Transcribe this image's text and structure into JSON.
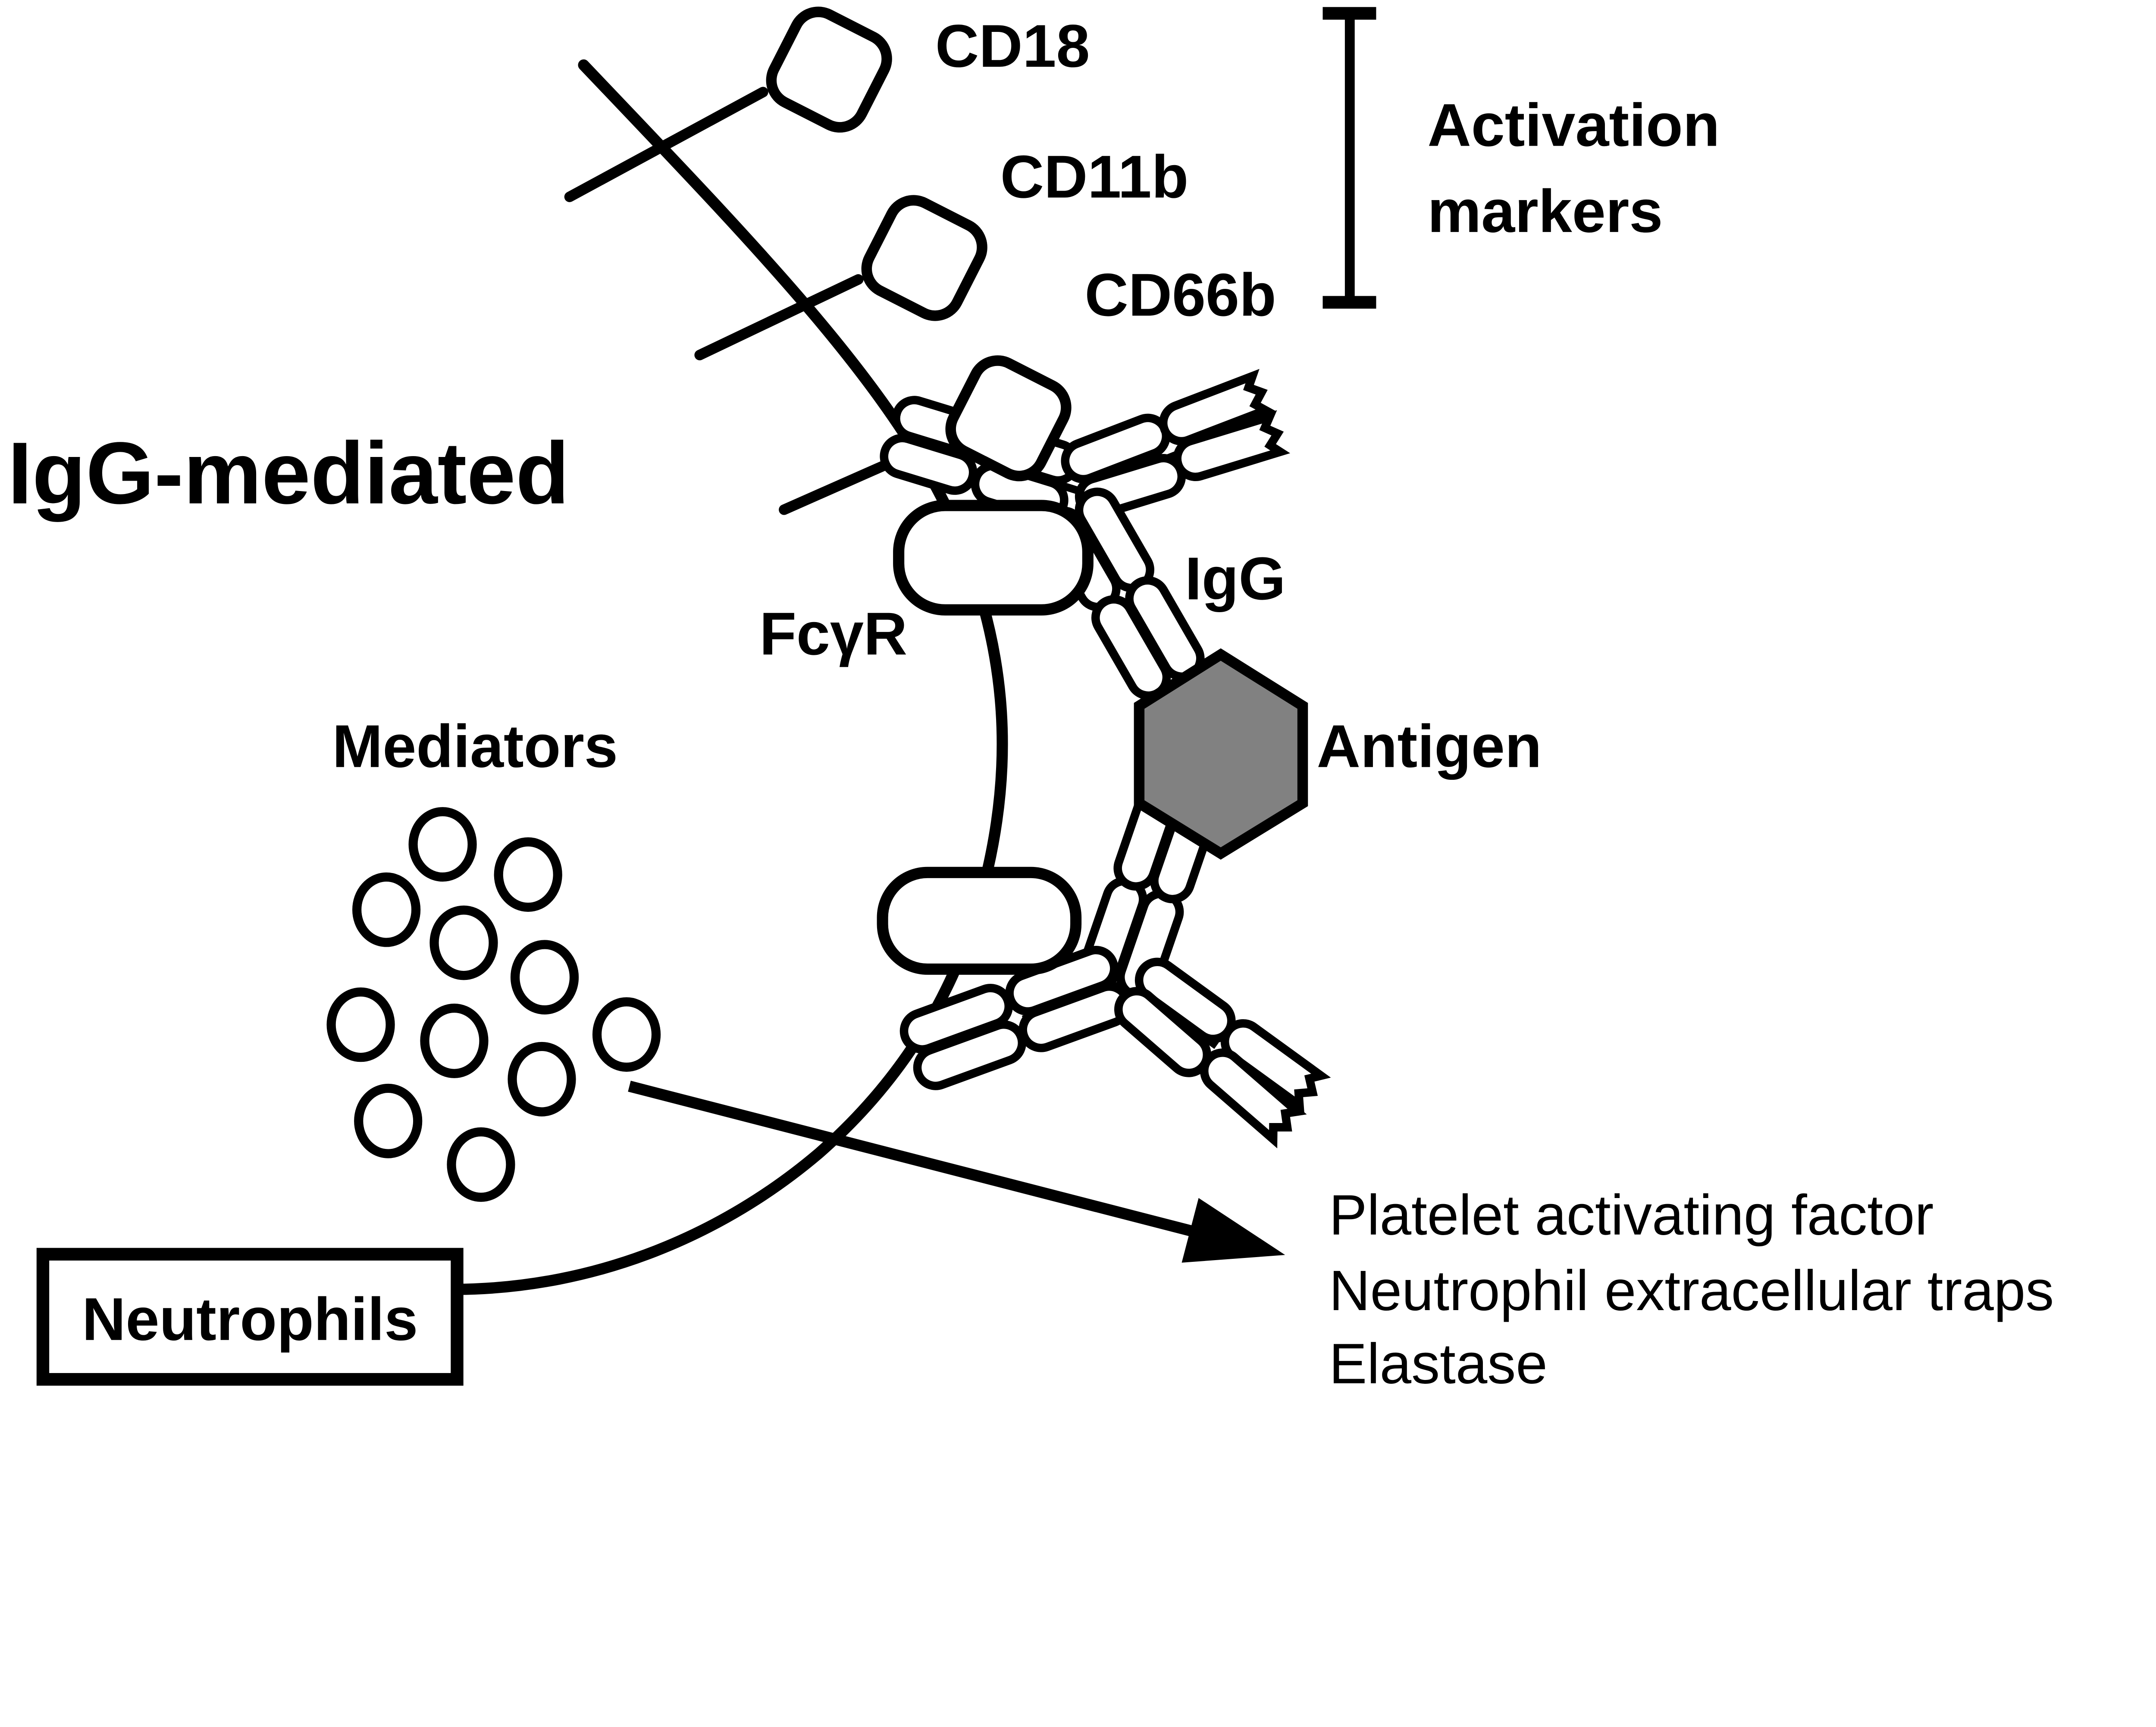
{
  "title": "IgG-mediated",
  "labels": {
    "cd18": "CD18",
    "cd11b": "CD11b",
    "cd66b": "CD66b",
    "activation_markers_line1": "Activation",
    "activation_markers_line2": "markers",
    "fcgr": "FcγR",
    "igg": "IgG",
    "antigen": "Antigen",
    "mediators": "Mediators",
    "neutrophils": "Neutrophils"
  },
  "outputs": [
    "Platelet activating factor",
    "Neutrophil extracellular traps",
    "Elastase"
  ],
  "colors": {
    "ink": "#000000",
    "background": "#ffffff",
    "antigen_fill": "#818181"
  },
  "mediator_count": 11
}
